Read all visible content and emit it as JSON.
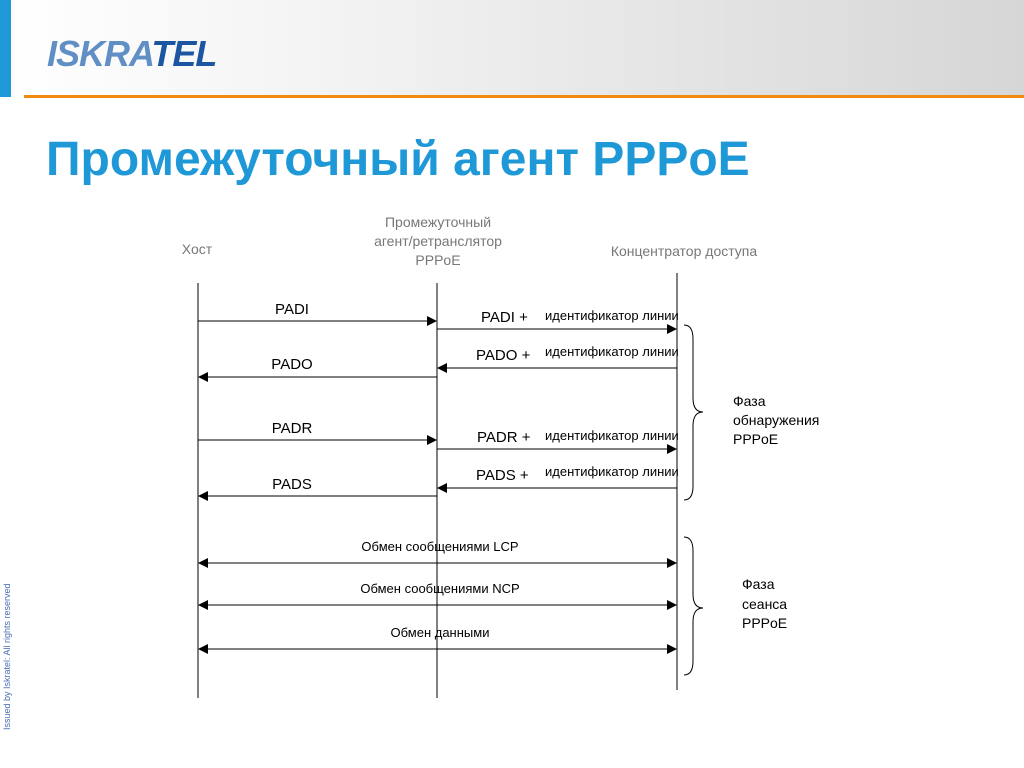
{
  "header": {
    "logo_part1": "ISKRA",
    "logo_part2": "TEL"
  },
  "slide": {
    "title": "Промежуточный агент PPPoE",
    "sidenote": "Issued by Iskratel: All rights reserved"
  },
  "diagram": {
    "actors": {
      "host": "Хост",
      "relay_line1": "Промежуточный",
      "relay_line2": "агент/ретранслятор",
      "relay_line3": "PPPoE",
      "concentrator": "Концентратор доступа"
    },
    "messages": {
      "padi": "PADI",
      "pado": "PADO",
      "padr": "PADR",
      "pads": "PADS",
      "padi_plus": "PADI +",
      "pado_plus": "PADO +",
      "padr_plus": "PADR +",
      "pads_plus": "PADS +",
      "line_id": "идентификатор линии",
      "lcp": "Обмен сообщениями LCP",
      "ncp": "Обмен сообщениями NCP",
      "data": "Обмен данными"
    },
    "phases": {
      "discovery_line1": "Фаза",
      "discovery_line2": "обнаружения",
      "discovery_line3": "PPPoE",
      "session_line1": "Фаза",
      "session_line2": "сеанса",
      "session_line3": "PPPoE"
    }
  }
}
